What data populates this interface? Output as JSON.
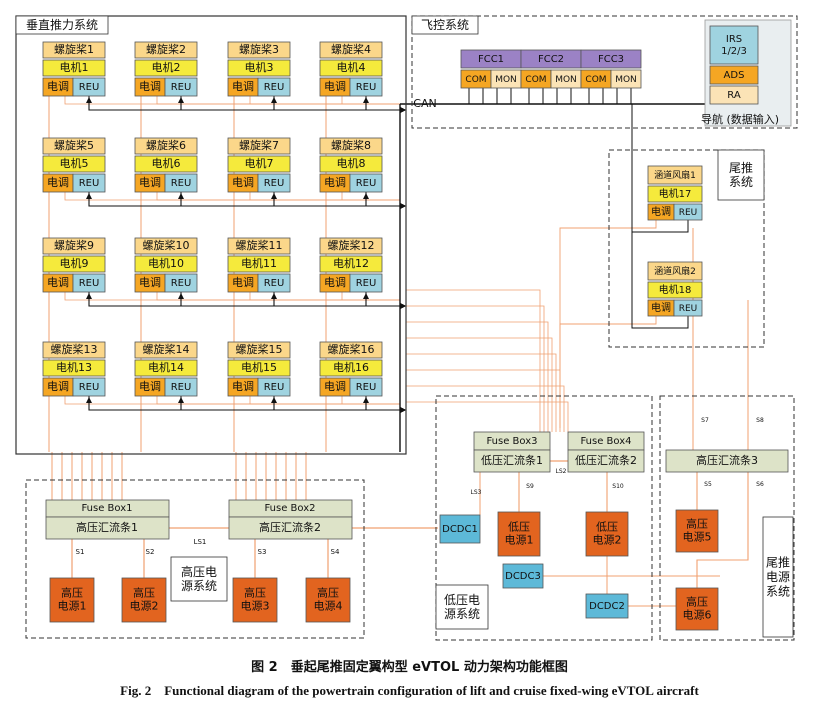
{
  "groups": {
    "vertical": "垂直推力系统",
    "flight_control": "飞控系统",
    "navigation": "导航 (数据输入)",
    "tail_thrust": "尾推\n系统",
    "hv_system": "高压电\n源系统",
    "lv_system": "低压电\n源系统",
    "tail_power": "尾推\n电源\n系统"
  },
  "lift_units": [
    {
      "prop": "螺旋桨1",
      "motor": "电机1",
      "esc": "电调",
      "reu": "REU"
    },
    {
      "prop": "螺旋桨2",
      "motor": "电机2",
      "esc": "电调",
      "reu": "REU"
    },
    {
      "prop": "螺旋桨3",
      "motor": "电机3",
      "esc": "电调",
      "reu": "REU"
    },
    {
      "prop": "螺旋桨4",
      "motor": "电机4",
      "esc": "电调",
      "reu": "REU"
    },
    {
      "prop": "螺旋桨5",
      "motor": "电机5",
      "esc": "电调",
      "reu": "REU"
    },
    {
      "prop": "螺旋桨6",
      "motor": "电机6",
      "esc": "电调",
      "reu": "REU"
    },
    {
      "prop": "螺旋桨7",
      "motor": "电机7",
      "esc": "电调",
      "reu": "REU"
    },
    {
      "prop": "螺旋桨8",
      "motor": "电机8",
      "esc": "电调",
      "reu": "REU"
    },
    {
      "prop": "螺旋桨9",
      "motor": "电机9",
      "esc": "电调",
      "reu": "REU"
    },
    {
      "prop": "螺旋桨10",
      "motor": "电机10",
      "esc": "电调",
      "reu": "REU"
    },
    {
      "prop": "螺旋桨11",
      "motor": "电机11",
      "esc": "电调",
      "reu": "REU"
    },
    {
      "prop": "螺旋桨12",
      "motor": "电机12",
      "esc": "电调",
      "reu": "REU"
    },
    {
      "prop": "螺旋桨13",
      "motor": "电机13",
      "esc": "电调",
      "reu": "REU"
    },
    {
      "prop": "螺旋桨14",
      "motor": "电机14",
      "esc": "电调",
      "reu": "REU"
    },
    {
      "prop": "螺旋桨15",
      "motor": "电机15",
      "esc": "电调",
      "reu": "REU"
    },
    {
      "prop": "螺旋桨16",
      "motor": "电机16",
      "esc": "电调",
      "reu": "REU"
    }
  ],
  "tail_units": [
    {
      "fan": "涵道风扇1",
      "motor": "电机17",
      "esc": "电调",
      "reu": "REU"
    },
    {
      "fan": "涵道风扇2",
      "motor": "电机18",
      "esc": "电调",
      "reu": "REU"
    }
  ],
  "fcc": [
    {
      "name": "FCC1",
      "com": "COM",
      "mon": "MON"
    },
    {
      "name": "FCC2",
      "com": "COM",
      "mon": "MON"
    },
    {
      "name": "FCC3",
      "com": "COM",
      "mon": "MON"
    }
  ],
  "can_label": "CAN",
  "nav": {
    "irs": "IRS\n1/2/3",
    "ads": "ADS",
    "ra": "RA"
  },
  "fuse_boxes": {
    "fb1": "Fuse Box1",
    "fb2": "Fuse Box2",
    "fb3": "Fuse Box3",
    "fb4": "Fuse Box4"
  },
  "buses": {
    "hv1": "高压汇流条1",
    "hv2": "高压汇流条2",
    "lv1": "低压汇流条1",
    "lv2": "低压汇流条2",
    "hv3": "高压汇流条3"
  },
  "hv_sources": [
    "高压\n电源1",
    "高压\n电源2",
    "高压\n电源3",
    "高压\n电源4"
  ],
  "lv_sources": [
    "低压\n电源1",
    "低压\n电源2"
  ],
  "tail_sources": [
    "高压\n电源5",
    "高压\n电源6"
  ],
  "dcdc": [
    "DCDC1",
    "DCDC2",
    "DCDC3"
  ],
  "switch_labels": {
    "s1": "S1",
    "s2": "S2",
    "s3": "S3",
    "s4": "S4",
    "ls1": "LS1",
    "ls2": "LS2",
    "ls3": "LS3",
    "s5": "S5",
    "s6": "S6",
    "s7": "S7",
    "s8": "S8",
    "s9": "S9",
    "s10": "S10"
  },
  "colors": {
    "prop": "#fbd78a",
    "motor": "#f5ea3c",
    "esc": "#f5a623",
    "reu": "#9fd3e0",
    "fcc": "#9b82c5",
    "com": "#f5a623",
    "mon": "#fbe3b6",
    "busbox": "#dde3c8",
    "source": "#e2641f",
    "dcdc": "#5db9d8",
    "power_line": "#f0a070",
    "signal_line": "#111111"
  },
  "caption": {
    "cn": "图 2　垂起尾推固定翼构型 eVTOL 动力架构功能框图",
    "en": "Fig. 2　Functional diagram of the powertrain configuration of lift and cruise fixed-wing eVTOL aircraft"
  }
}
